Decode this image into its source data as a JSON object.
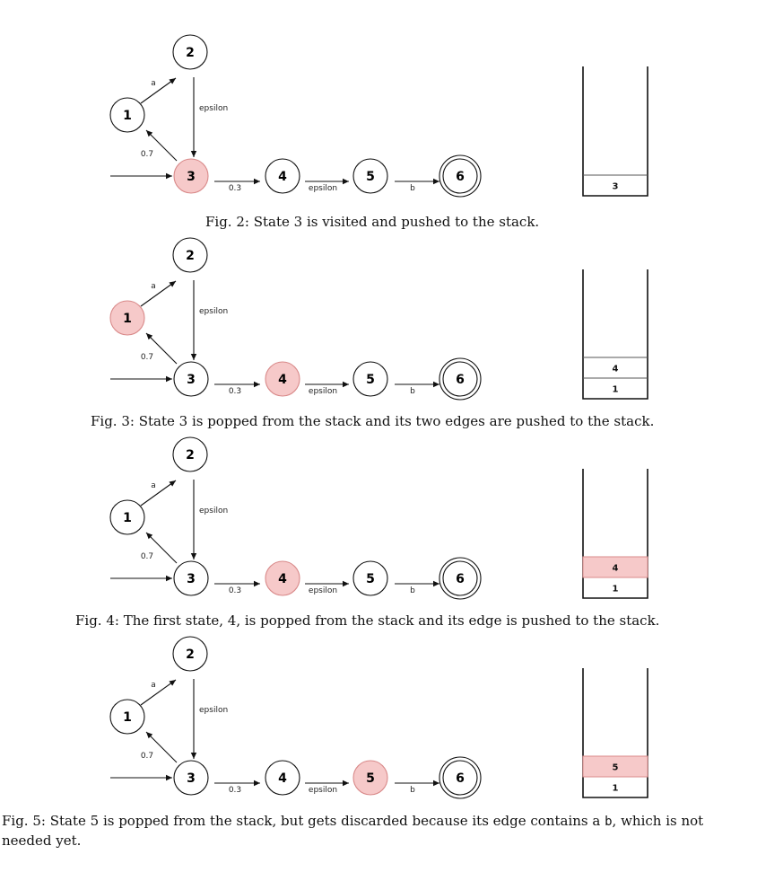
{
  "colors": {
    "highlight_fill": "#f6c9c9",
    "highlight_stroke": "#d98a8a",
    "stroke": "#111111"
  },
  "edge_labels": {
    "a": "a",
    "epsilon_23": "epsilon",
    "p07": "0.7",
    "p03": "0.3",
    "epsilon_45": "epsilon",
    "b": "b"
  },
  "nodes": [
    "1",
    "2",
    "3",
    "4",
    "5",
    "6"
  ],
  "figures": [
    {
      "highlighted": [
        "3"
      ],
      "stack": [
        {
          "label": "3",
          "highlighted": false
        }
      ],
      "caption": "Fig. 2: State 3 is visited and pushed to the stack."
    },
    {
      "highlighted": [
        "1",
        "4"
      ],
      "stack": [
        {
          "label": "1",
          "highlighted": false
        },
        {
          "label": "4",
          "highlighted": false
        }
      ],
      "caption": "Fig. 3: State 3 is popped from the stack and its two edges are pushed to the stack."
    },
    {
      "highlighted": [
        "4"
      ],
      "stack": [
        {
          "label": "1",
          "highlighted": false
        },
        {
          "label": "4",
          "highlighted": true
        }
      ],
      "caption": "Fig. 4: The first state, 4, is popped from the stack and its edge is pushed to the stack."
    },
    {
      "highlighted": [
        "5"
      ],
      "stack": [
        {
          "label": "1",
          "highlighted": false
        },
        {
          "label": "5",
          "highlighted": true
        }
      ],
      "caption_parts": {
        "before": "Fig. 5: State 5 is popped from the stack, but gets discarded because its edge contains a ",
        "code": "b",
        "after": ", which is not needed yet."
      }
    }
  ]
}
